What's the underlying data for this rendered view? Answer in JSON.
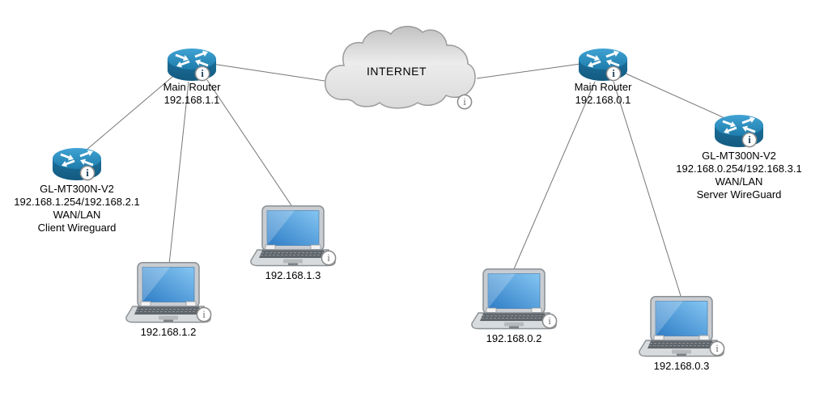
{
  "canvas": {
    "background": "#ffffff"
  },
  "colors": {
    "router_top": "#2f8fc0",
    "router_body": "#16648e",
    "laptop_screen_blue": "#3f8ed2",
    "edge_line": "#767676",
    "cloud_fill": "#e8e8e8",
    "cloud_stroke": "#9b9b9b",
    "label_text": "#000000"
  },
  "icons": {
    "info_glyph": "i"
  },
  "nodes": {
    "internet_cloud": {
      "label": "INTERNET",
      "icon": "cloud-icon",
      "badge": "info-icon"
    },
    "main_router_left": {
      "title": "Main Router",
      "ip": "192.168.1.1",
      "icon": "router-icon",
      "badge": "info-icon"
    },
    "main_router_right": {
      "title": "Main Router",
      "ip": "192.168.0.1",
      "icon": "router-icon",
      "badge": "info-icon"
    },
    "gl_router_left": {
      "title": "GL-MT300N-V2",
      "ip": "192.168.1.254/192.168.2.1",
      "interfaces": "WAN/LAN",
      "role": "Client Wireguard",
      "icon": "router-icon",
      "badge": "info-icon"
    },
    "gl_router_right": {
      "title": "GL-MT300N-V2",
      "ip": "192.168.0.254/192.168.3.1",
      "interfaces": "WAN/LAN",
      "role": "Server WireGuard",
      "icon": "router-icon",
      "badge": "info-icon"
    },
    "laptop_1_2": {
      "ip": "192.168.1.2",
      "icon": "laptop-icon",
      "badge": "info-icon"
    },
    "laptop_1_3": {
      "ip": "192.168.1.3",
      "icon": "laptop-icon",
      "badge": "info-icon"
    },
    "laptop_0_2": {
      "ip": "192.168.0.2",
      "icon": "laptop-icon",
      "badge": "info-icon"
    },
    "laptop_0_3": {
      "ip": "192.168.0.3",
      "icon": "laptop-icon",
      "badge": "info-icon"
    }
  },
  "edges": [
    {
      "from": "internet-cloud",
      "to": "main-router-left"
    },
    {
      "from": "internet-cloud",
      "to": "main-router-right"
    },
    {
      "from": "main-router-left",
      "to": "gl-router-left"
    },
    {
      "from": "main-router-left",
      "to": "laptop-192.168.1.2"
    },
    {
      "from": "main-router-left",
      "to": "laptop-192.168.1.3"
    },
    {
      "from": "main-router-right",
      "to": "gl-router-right"
    },
    {
      "from": "main-router-right",
      "to": "laptop-192.168.0.2"
    },
    {
      "from": "main-router-right",
      "to": "laptop-192.168.0.3"
    }
  ]
}
